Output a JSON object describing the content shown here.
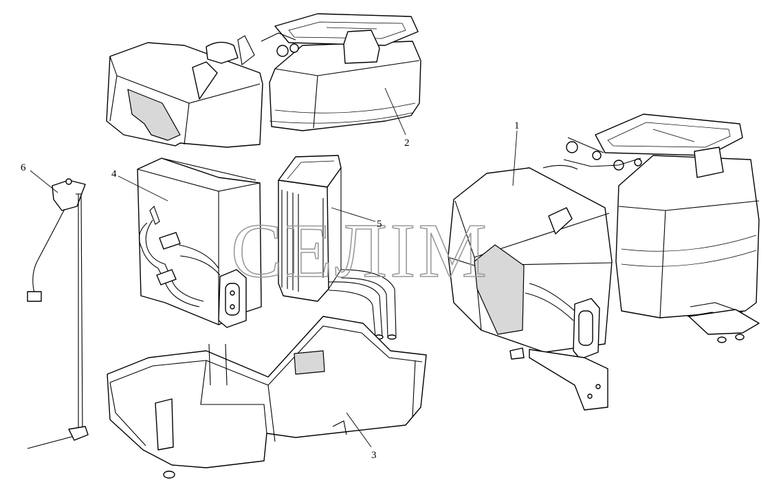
{
  "callouts": [
    {
      "id": "1",
      "label": "1"
    },
    {
      "id": "2",
      "label": "2"
    },
    {
      "id": "3",
      "label": "3"
    },
    {
      "id": "4",
      "label": "4"
    },
    {
      "id": "5",
      "label": "5"
    },
    {
      "id": "6",
      "label": "6"
    }
  ],
  "watermark": "CEЛIM",
  "colors": {
    "line": "#000000",
    "background": "#ffffff",
    "watermark": "#9a9a9a",
    "shade": "#d8d8d8"
  }
}
